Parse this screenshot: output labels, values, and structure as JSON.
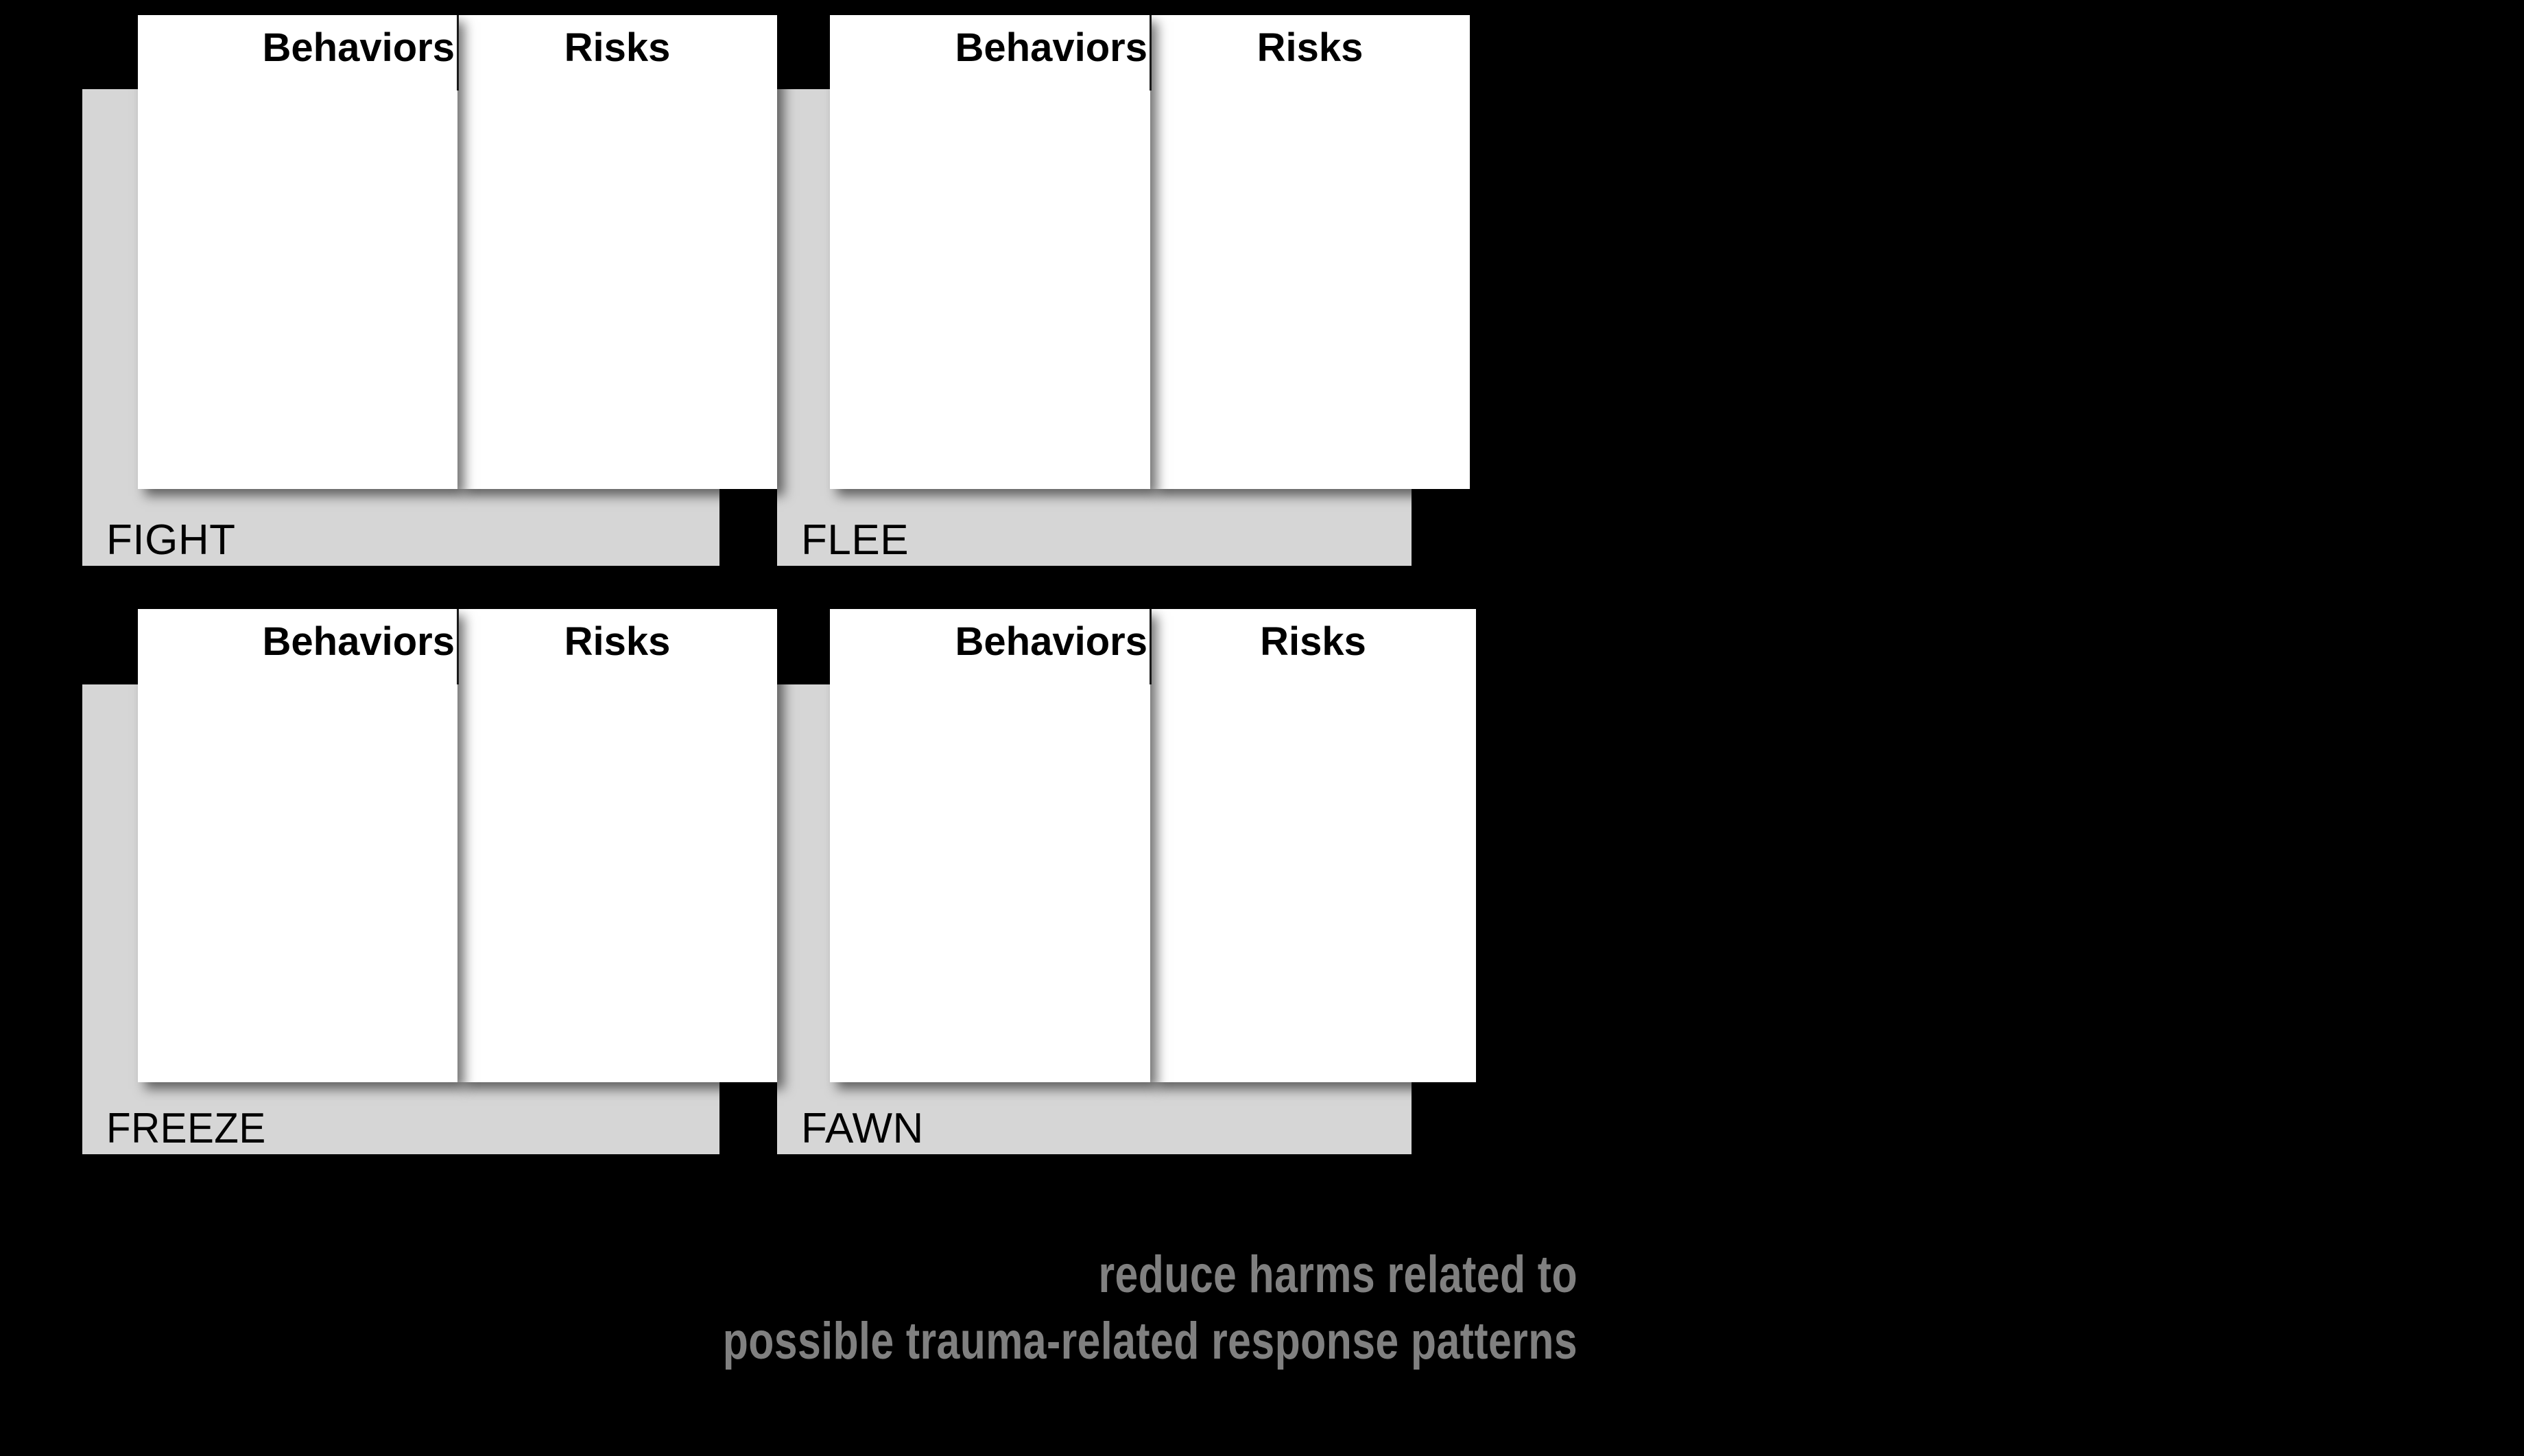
{
  "background_color": "#000000",
  "theme": {
    "card_gray": "#d6d6d6",
    "panel_white": "#ffffff",
    "text_black": "#000000",
    "caption_gray": "#808080"
  },
  "column_headers": {
    "behaviors": "Behaviors",
    "risks": "Risks"
  },
  "groups": [
    {
      "id": "fight",
      "label": "FIGHT",
      "behaviors_header": "Behaviors",
      "risks_header": "Risks",
      "behaviors_items": [],
      "risks_items": []
    },
    {
      "id": "flee",
      "label": "FLEE",
      "behaviors_header": "Behaviors",
      "risks_header": "Risks",
      "behaviors_items": [],
      "risks_items": []
    },
    {
      "id": "freeze",
      "label": "FREEZE",
      "behaviors_header": "Behaviors",
      "risks_header": "Risks",
      "behaviors_items": [],
      "risks_items": []
    },
    {
      "id": "fawn",
      "label": "FAWN",
      "behaviors_header": "Behaviors",
      "risks_header": "Risks",
      "behaviors_items": [],
      "risks_items": []
    }
  ],
  "caption": {
    "line1": "reduce harms related to",
    "line2": "possible trauma-related response patterns"
  }
}
